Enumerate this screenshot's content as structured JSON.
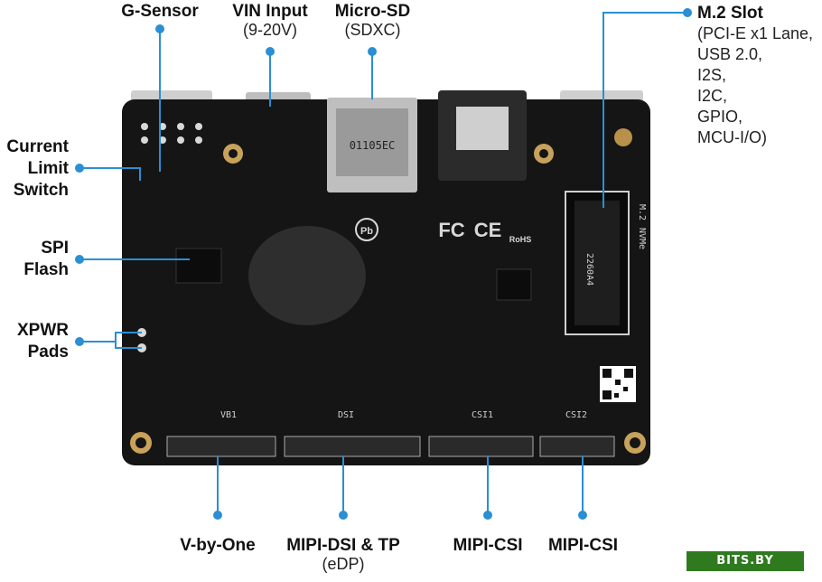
{
  "colors": {
    "accent": "#2a8fd4",
    "board": "#151515",
    "connector": "#c9c9c9",
    "gold": "#c8a25a"
  },
  "labels": {
    "g_sensor": "G-Sensor",
    "vin_input": "VIN Input",
    "vin_range": "(9-20V)",
    "micro_sd": "Micro-SD",
    "micro_sd_type": "(SDXC)",
    "m2_slot": "M.2 Slot",
    "m2_detail": [
      "(PCI-E x1 Lane,",
      "USB 2.0,",
      "I2S,",
      "I2C,",
      "GPIO,",
      "MCU-I/O)"
    ],
    "current_limit": [
      "Current",
      "Limit",
      "Switch"
    ],
    "spi_flash": [
      "SPI",
      "Flash"
    ],
    "xpwr_pads": [
      "XPWR",
      "Pads"
    ],
    "v_by_one": "V-by-One",
    "mipi_dsi": "MIPI-DSI & TP",
    "mipi_dsi_sub": "(eDP)",
    "mipi_csi_1": "MIPI-CSI",
    "mipi_csi_2": "MIPI-CSI"
  },
  "silkscreen": {
    "vb1": "VB1",
    "dsi": "DSI",
    "csi1": "CSI1",
    "csi2": "CSI2",
    "m2": "M.2",
    "nvme": "NVMe",
    "sd_marking": "01105EC",
    "m2_slot_marking": "2260A4"
  },
  "certifications": [
    "Pb",
    "FC",
    "CE",
    "RoHS"
  ],
  "watermark": "BITS.BY"
}
